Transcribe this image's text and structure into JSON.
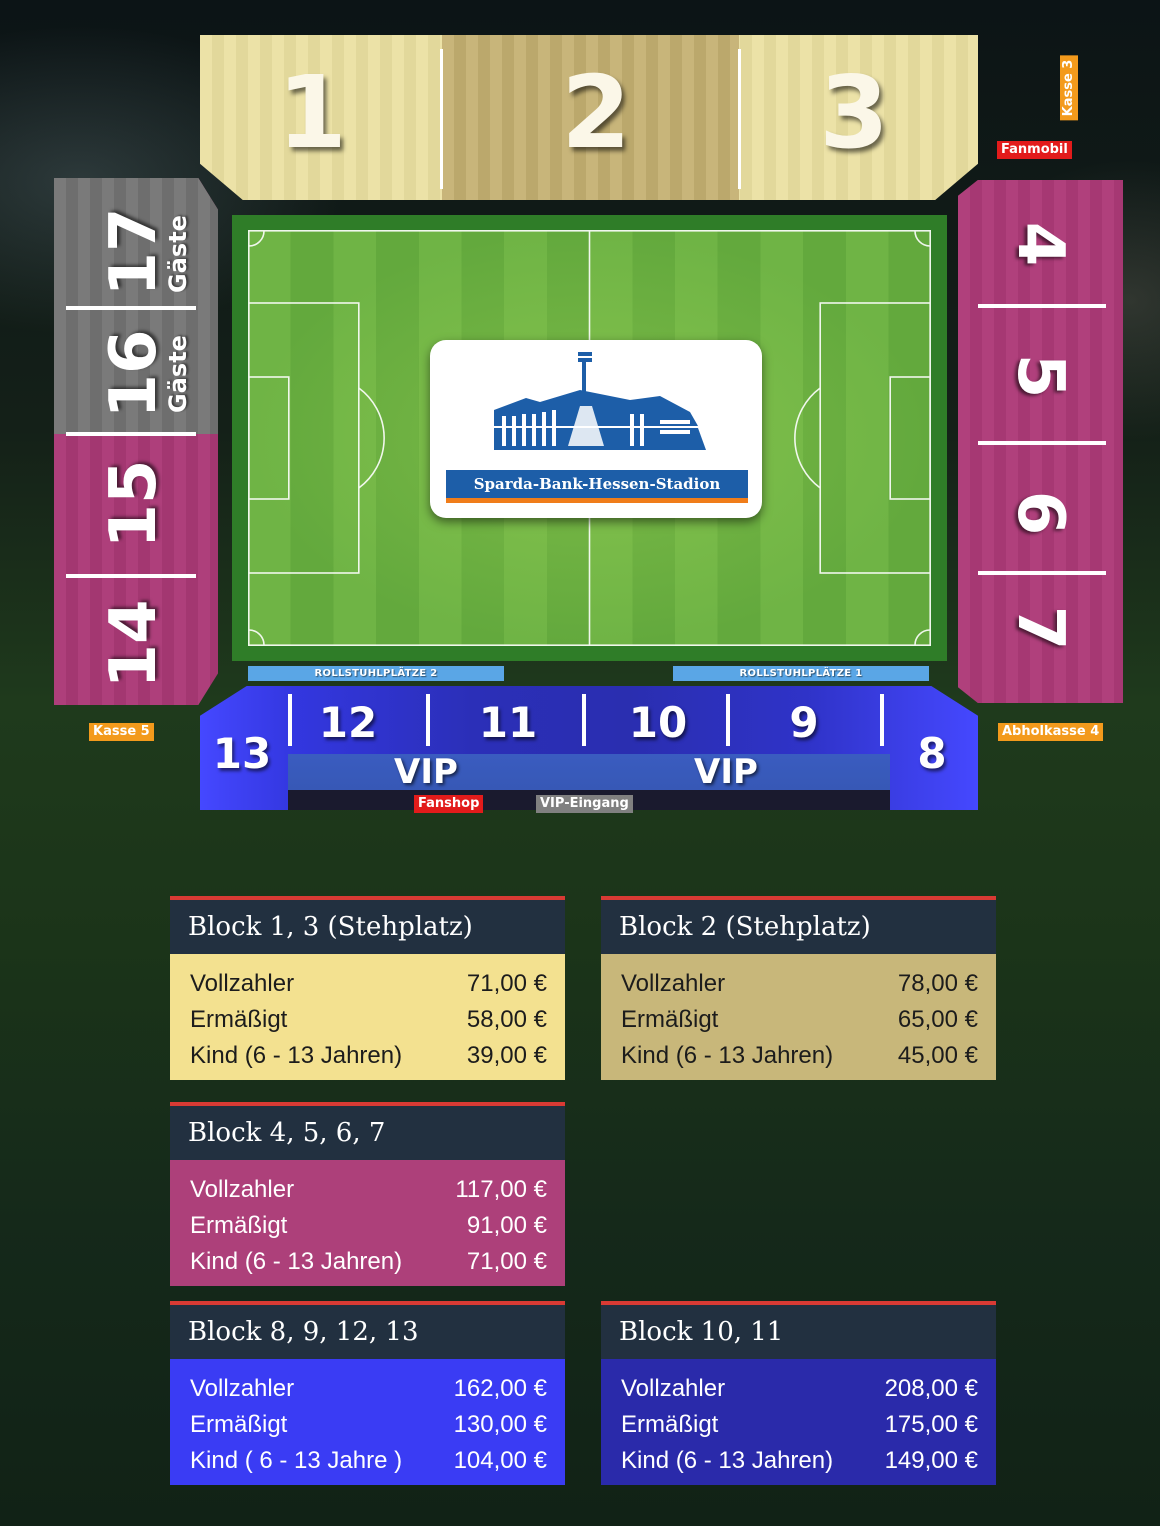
{
  "stadium_map": {
    "north_blocks": [
      "1",
      "2",
      "3"
    ],
    "east_blocks": [
      "4",
      "5",
      "6",
      "7"
    ],
    "west_blocks": [
      "17",
      "16",
      "15",
      "14"
    ],
    "guest_label": "Gäste",
    "south_blocks": [
      "13",
      "12",
      "11",
      "10",
      "9",
      "8"
    ],
    "vip_labels": [
      "VIP",
      "VIP"
    ],
    "wheelchair_labels": [
      "ROLLSTUHLPLÄTZE 2",
      "ROLLSTUHLPLÄTZE 1"
    ],
    "tags": {
      "kasse3": "Kasse 3",
      "fanmobil": "Fanmobil",
      "kasse5": "Kasse 5",
      "abholkasse4": "Abholkasse 4",
      "fanshop": "Fanshop",
      "vip_eingang": "VIP-Eingang"
    },
    "logo_text": "Sparda-Bank-Hessen-Stadion",
    "colors": {
      "north": "#ece2a7",
      "north_center": "#c8b57a",
      "purple": "#ad407a",
      "guest_gray": "#777777",
      "blue": "#3a3cf4",
      "pitch": "#6fb445"
    }
  },
  "price_cards": [
    {
      "title": "Block 1, 3 (Stehplatz)",
      "rows": [
        {
          "label": "Vollzahler",
          "price": "71,00 €"
        },
        {
          "label": "Ermäßigt",
          "price": "58,00 €"
        },
        {
          "label": "Kind (6 - 13 Jahren)",
          "price": "39,00 €"
        }
      ]
    },
    {
      "title": "Block 2 (Stehplatz)",
      "rows": [
        {
          "label": "Vollzahler",
          "price": "78,00 €"
        },
        {
          "label": "Ermäßigt",
          "price": "65,00 €"
        },
        {
          "label": "Kind (6 - 13 Jahren)",
          "price": "45,00 €"
        }
      ]
    },
    {
      "title": "Block 4, 5, 6, 7",
      "rows": [
        {
          "label": "Vollzahler",
          "price": "117,00 €"
        },
        {
          "label": "Ermäßigt",
          "price": "91,00 €"
        },
        {
          "label": "Kind (6 - 13 Jahren)",
          "price": "71,00 €"
        }
      ]
    },
    {
      "title": "Block 8, 9, 12, 13",
      "rows": [
        {
          "label": "Vollzahler",
          "price": "162,00 €"
        },
        {
          "label": "Ermäßigt",
          "price": "130,00 €"
        },
        {
          "label": "Kind ( 6 - 13 Jahre )",
          "price": "104,00 €"
        }
      ]
    },
    {
      "title": "Block 10, 11",
      "rows": [
        {
          "label": "Vollzahler",
          "price": "208,00 €"
        },
        {
          "label": "Ermäßigt",
          "price": "175,00 €"
        },
        {
          "label": "Kind (6 - 13 Jahren)",
          "price": "149,00 €"
        }
      ]
    }
  ]
}
